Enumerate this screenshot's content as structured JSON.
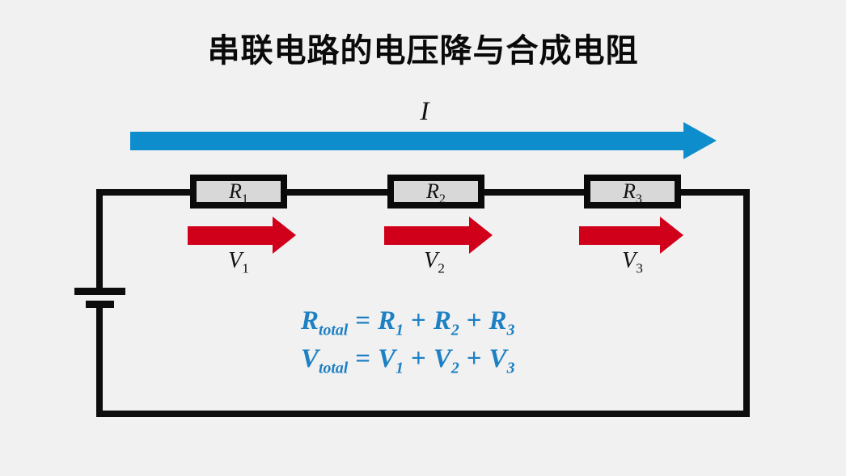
{
  "title": "串联电路的电压降与合成电阻",
  "colors": {
    "background": "#f1f1f2",
    "wire": "#0d0d0d",
    "resistor_fill": "#d8d8d8",
    "current_arrow": "#0e8dcd",
    "voltage_arrow": "#d0001a",
    "formula_text": "#1d80c3"
  },
  "current_arrow": {
    "label": "I",
    "direction": "right"
  },
  "resistors": [
    {
      "symbol": "R",
      "sub": "1"
    },
    {
      "symbol": "R",
      "sub": "2"
    },
    {
      "symbol": "R",
      "sub": "3"
    }
  ],
  "voltage_labels": [
    {
      "symbol": "V",
      "sub": "1"
    },
    {
      "symbol": "V",
      "sub": "2"
    },
    {
      "symbol": "V",
      "sub": "3"
    }
  ],
  "formulas": {
    "resistance": {
      "parts": [
        {
          "text": "R",
          "sub": "total"
        },
        {
          "text": "="
        },
        {
          "text": "R",
          "sub": "1"
        },
        {
          "text": "+"
        },
        {
          "text": "R",
          "sub": "2"
        },
        {
          "text": "+"
        },
        {
          "text": "R",
          "sub": "3"
        }
      ]
    },
    "voltage": {
      "parts": [
        {
          "text": "V",
          "sub": "total"
        },
        {
          "text": "="
        },
        {
          "text": "V",
          "sub": "1"
        },
        {
          "text": "+"
        },
        {
          "text": "V",
          "sub": "2"
        },
        {
          "text": "+"
        },
        {
          "text": "V",
          "sub": "3"
        }
      ]
    }
  }
}
